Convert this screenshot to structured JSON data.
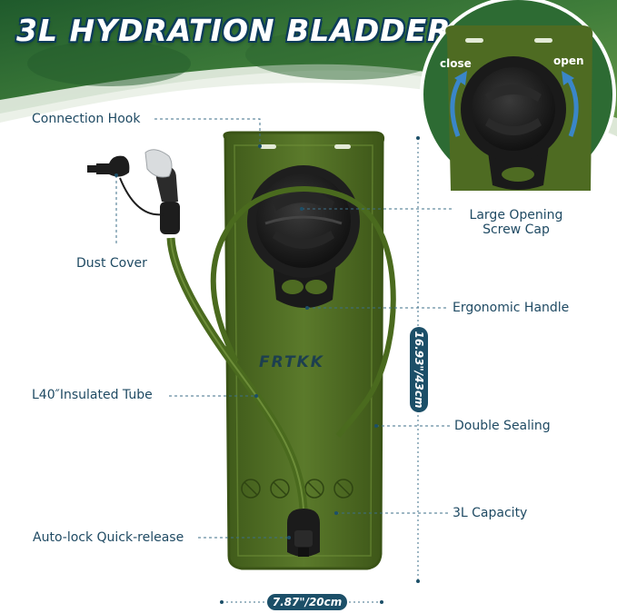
{
  "title": "3L HYDRATION BLADDER",
  "brand": "FRTKK",
  "inset": {
    "close_label": "close",
    "open_label": "open"
  },
  "callouts": {
    "connection_hook": "Connection Hook",
    "dust_cover": "Dust Cover",
    "insulated_tube": "L40″Insulated Tube",
    "auto_lock": "Auto-lock Quick-release",
    "large_opening_line1": "Large Opening",
    "large_opening_line2": "Screw Cap",
    "ergonomic_handle": "Ergonomic Handle",
    "double_sealing": "Double Sealing",
    "capacity": "3L Capacity"
  },
  "dimensions": {
    "height": "16.93\"/43cm",
    "width": "7.87\"/20cm"
  },
  "colors": {
    "bladder_green": "#4e6b22",
    "accent_blue": "#1c4f68",
    "header_green": "#2f6a2e"
  }
}
